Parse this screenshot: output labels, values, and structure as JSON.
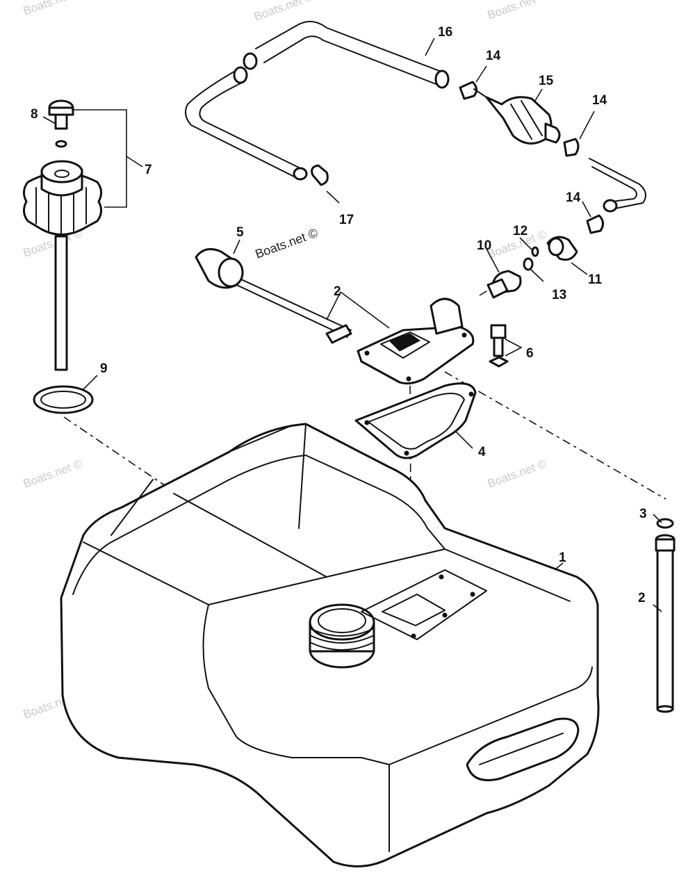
{
  "diagram": {
    "part_labels": [
      {
        "id": "1",
        "text": "1"
      },
      {
        "id": "2a",
        "text": "2"
      },
      {
        "id": "2b",
        "text": "2"
      },
      {
        "id": "3",
        "text": "3"
      },
      {
        "id": "4",
        "text": "4"
      },
      {
        "id": "5",
        "text": "5"
      },
      {
        "id": "6",
        "text": "6"
      },
      {
        "id": "7",
        "text": "7"
      },
      {
        "id": "8",
        "text": "8"
      },
      {
        "id": "9",
        "text": "9"
      },
      {
        "id": "10",
        "text": "10"
      },
      {
        "id": "11",
        "text": "11"
      },
      {
        "id": "12",
        "text": "12"
      },
      {
        "id": "13",
        "text": "13"
      },
      {
        "id": "14a",
        "text": "14"
      },
      {
        "id": "14b",
        "text": "14"
      },
      {
        "id": "14c",
        "text": "14"
      },
      {
        "id": "15",
        "text": "15"
      },
      {
        "id": "16",
        "text": "16"
      },
      {
        "id": "17",
        "text": "17"
      }
    ],
    "watermark": "Boats.net ©",
    "watermark_center": "Boats.net ©"
  },
  "colors": {
    "ink": "#111111",
    "watermark": "#c9c9c9",
    "background": "#ffffff"
  }
}
